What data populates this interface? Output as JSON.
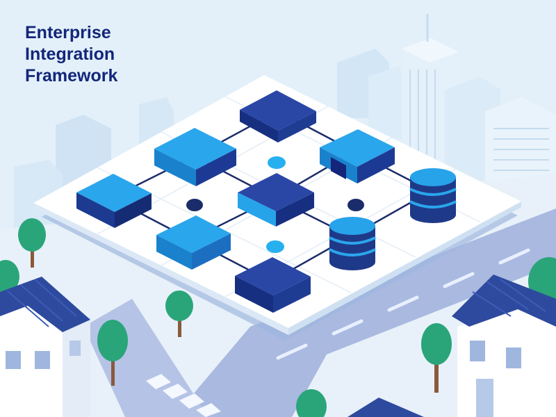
{
  "title": {
    "lines": [
      "Enterprise",
      "Integration",
      "Framework"
    ]
  },
  "colors": {
    "navy": "#1f3989",
    "navy_dark": "#152a6d",
    "sky": "#27a3ea",
    "sky_dark": "#1478c2",
    "platform": "#ffffff",
    "platform_edge": "#c9ddf0",
    "connector": "#1b2c6b",
    "tree": "#2aa57a",
    "trunk": "#8a5a3c",
    "roof": "#2e4a9e",
    "road": "#9fb0dc",
    "background": "#e3f0f9"
  },
  "icons": {
    "database": "database-icon",
    "module": "module-block-icon",
    "node": "connector-node-icon"
  }
}
